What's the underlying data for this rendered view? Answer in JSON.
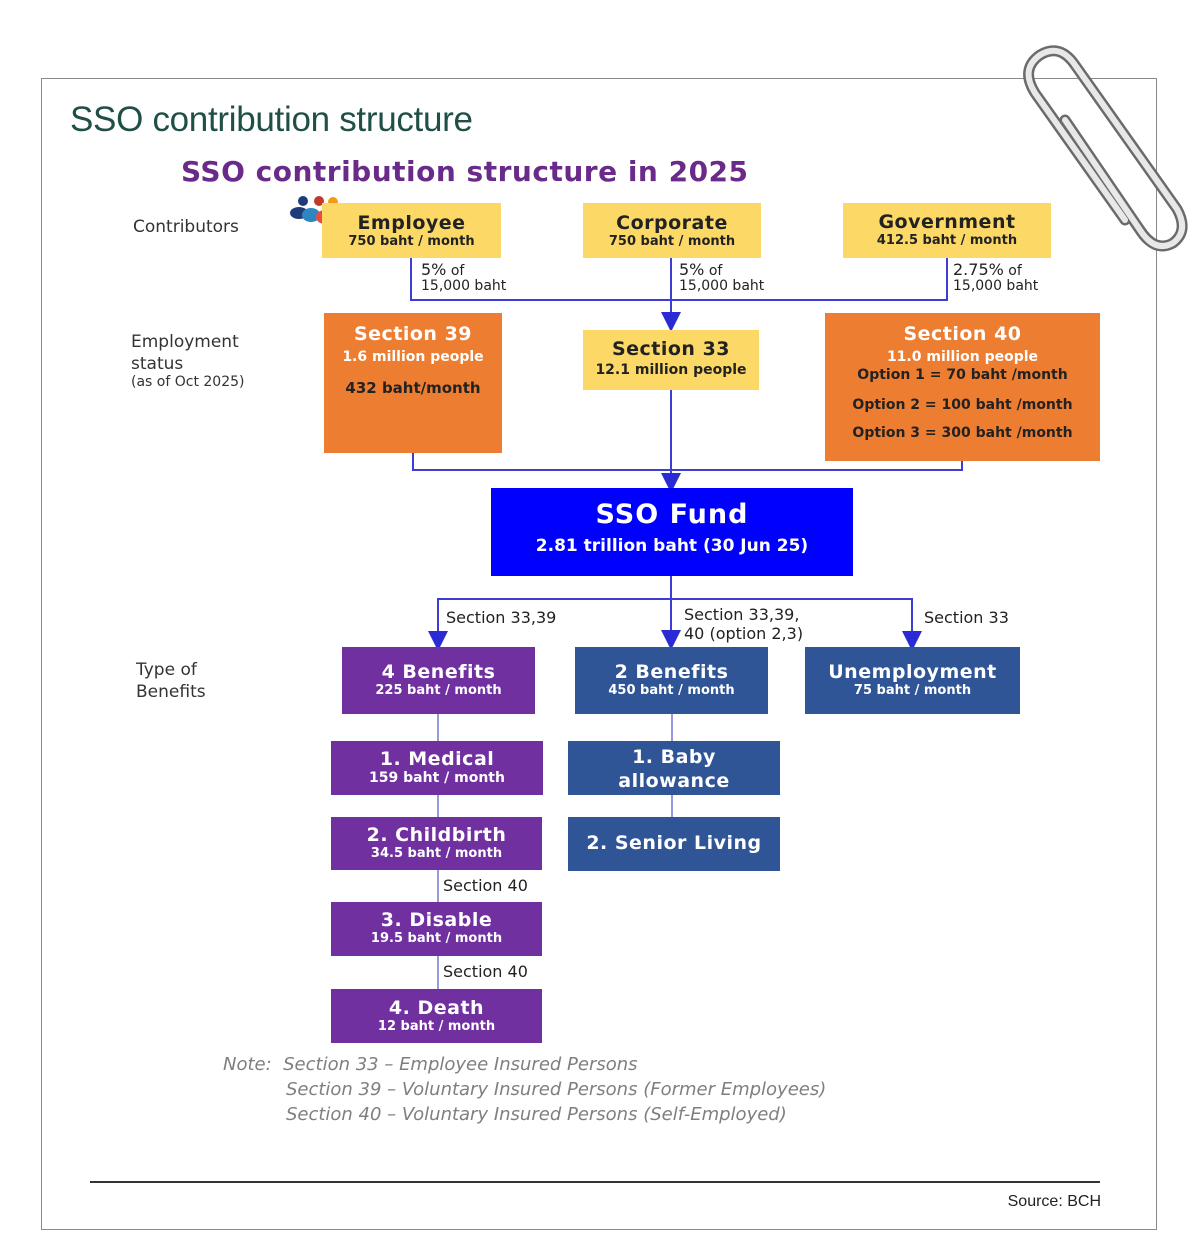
{
  "title": "SSO contribution structure",
  "diagram": {
    "title": "SSO contribution structure in 2025",
    "row_labels": {
      "contributors": "Contributors",
      "employment_1": "Employment",
      "employment_2": "status",
      "employment_3": "(as of Oct 2025)",
      "benefits_1": "Type of",
      "benefits_2": "Benefits"
    },
    "contributors": [
      {
        "name": "Employee",
        "amount": "750 baht / month",
        "rate": "5%",
        "rate_of": "of",
        "base": "15,000 baht"
      },
      {
        "name": "Corporate",
        "amount": "750 baht / month",
        "rate": "5%",
        "rate_of": "of",
        "base": "15,000 baht"
      },
      {
        "name": "Government",
        "amount": "412.5 baht / month",
        "rate": "2.75%",
        "rate_of": "of",
        "base": "15,000 baht"
      }
    ],
    "sections": {
      "s39": {
        "title": "Section 39",
        "people": "1.6 million people",
        "rate": "432 baht/month"
      },
      "s33": {
        "title": "Section 33",
        "people": "12.1 million people"
      },
      "s40": {
        "title": "Section 40",
        "people": "11.0 million people",
        "options": [
          "Option 1 = 70 baht /month",
          "Option 2 = 100 baht /month",
          "Option 3 = 300 baht /month"
        ]
      }
    },
    "fund": {
      "title": "SSO Fund",
      "value": "2.81 trillion baht (30 Jun 25)"
    },
    "branch_labels": {
      "left": "Section 33,39",
      "middle_1": "Section 33,39,",
      "middle_2": "40 (option 2,3)",
      "right": "Section 33"
    },
    "benefit_groups": [
      {
        "title": "4 Benefits",
        "amount": "225 baht / month"
      },
      {
        "title": "2 Benefits",
        "amount": "450 baht / month"
      },
      {
        "title": "Unemployment",
        "amount": "75 baht / month"
      }
    ],
    "four_benefits": [
      {
        "title": "1. Medical",
        "amount": "159 baht / month"
      },
      {
        "title": "2. Childbirth",
        "amount": "34.5 baht / month"
      },
      {
        "title": "3. Disable",
        "amount": "19.5 baht / month"
      },
      {
        "title": "4. Death",
        "amount": "12 baht / month"
      }
    ],
    "section40_connector_labels": [
      "Section 40",
      "Section 40"
    ],
    "two_benefits": [
      {
        "title_1": "1. Baby",
        "title_2": "allowance"
      },
      {
        "title": "2. Senior Living"
      }
    ],
    "notes": [
      "Note:  Section 33 – Employee Insured Persons",
      "           Section 39 – Voluntary Insured Persons (Former Employees)",
      "           Section 40 – Voluntary Insured Persons (Self-Employed)"
    ]
  },
  "source": "Source: BCH",
  "colors": {
    "heading": "#1f4f47",
    "diagram_title": "#6a2a8a",
    "contributor_box": "#fcd966",
    "section_box_orange": "#ed7d31",
    "fund_box": "#0000ff",
    "benefit_purple": "#7030a0",
    "benefit_blue": "#2f5597",
    "connector": "#3d3dd6"
  },
  "icons": [
    "people-icon",
    "paperclip-icon"
  ]
}
